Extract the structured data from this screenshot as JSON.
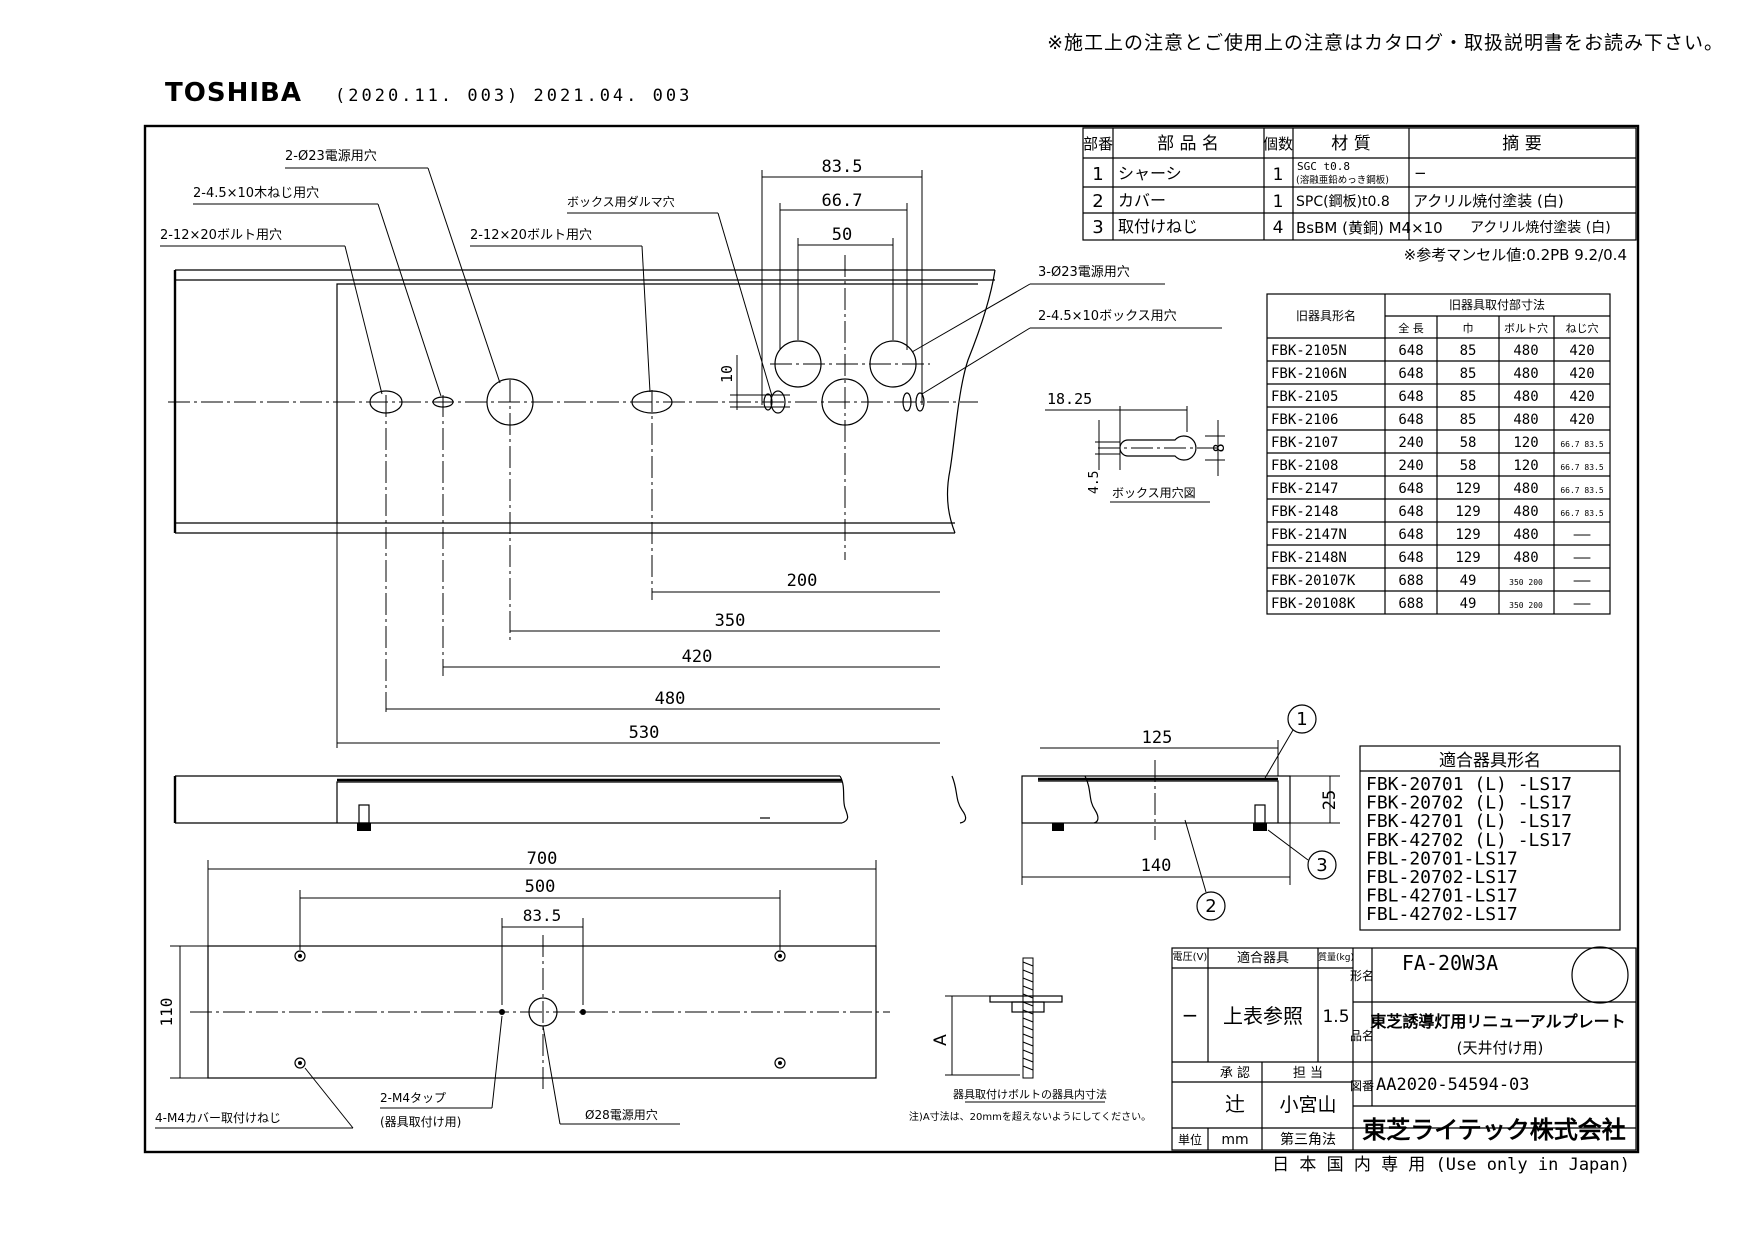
{
  "header": {
    "notice": "※施工上の注意とご使用上の注意はカタログ・取扱説明書をお読み下さい。",
    "brand": "TOSHIBA",
    "revision": "(2020.11. 003) 2021.04. 003"
  },
  "parts_table": {
    "headers": [
      "部番",
      "部 品 名",
      "個数",
      "材 質",
      "摘 要"
    ],
    "rows": [
      {
        "no": "1",
        "name": "シャーシ",
        "qty": "1",
        "material_line1": "SGC t0.8",
        "material_line2": "(溶融亜鉛めっき鋼板)",
        "note": "−"
      },
      {
        "no": "2",
        "name": "カバー",
        "qty": "1",
        "material": "SPC(鋼板)t0.8",
        "note": "アクリル焼付塗装 (白)"
      },
      {
        "no": "3",
        "name": "取付けねじ",
        "qty": "4",
        "material": "BsBM (黄銅) M4×10",
        "note": "アクリル焼付塗装 (白)"
      }
    ],
    "munsell_note": "※参考マンセル値:0.2PB 9.2/0.4"
  },
  "old_fixture_table": {
    "name_header": "旧器具形名",
    "group_header": "旧器具取付部寸法",
    "sub_headers": [
      "全 長",
      "巾",
      "ボルト穴",
      "ねじ穴"
    ],
    "rows": [
      [
        "FBK-2105N",
        "648",
        "85",
        "480",
        "420"
      ],
      [
        "FBK-2106N",
        "648",
        "85",
        "480",
        "420"
      ],
      [
        "FBK-2105",
        "648",
        "85",
        "480",
        "420"
      ],
      [
        "FBK-2106",
        "648",
        "85",
        "480",
        "420"
      ],
      [
        "FBK-2107",
        "240",
        "58",
        "120",
        "66.7 83.5"
      ],
      [
        "FBK-2108",
        "240",
        "58",
        "120",
        "66.7 83.5"
      ],
      [
        "FBK-2147",
        "648",
        "129",
        "480",
        "66.7 83.5"
      ],
      [
        "FBK-2148",
        "648",
        "129",
        "480",
        "66.7 83.5"
      ],
      [
        "FBK-2147N",
        "648",
        "129",
        "480",
        "——"
      ],
      [
        "FBK-2148N",
        "648",
        "129",
        "480",
        "——"
      ],
      [
        "FBK-20107K",
        "688",
        "49",
        "350 200",
        "——"
      ],
      [
        "FBK-20108K",
        "688",
        "49",
        "350 200",
        "——"
      ]
    ]
  },
  "compatible_table": {
    "title": "適合器具形名",
    "items": [
      "FBK-20701 (L) -LS17",
      "FBK-20702 (L) -LS17",
      "FBK-42701 (L) -LS17",
      "FBK-42702 (L) -LS17",
      "FBL-20701-LS17",
      "FBL-20702-LS17",
      "FBL-42701-LS17",
      "FBL-42702-LS17"
    ]
  },
  "top_view": {
    "callouts": {
      "power_holes": "2-Ø23電源用穴",
      "wood_screw_holes": "2-4.5×10木ねじ用穴",
      "bolt_holes_left": "2-12×20ボルト用穴",
      "box_keyhole": "ボックス用ダルマ穴",
      "bolt_holes_mid": "2-12×20ボルト用穴",
      "power_holes_3": "3-Ø23電源用穴",
      "box_holes": "2-4.5×10ボックス用穴"
    },
    "dims": {
      "d83": "83.5",
      "d66": "66.7",
      "d50": "50",
      "d10": "10",
      "d200": "200",
      "d350": "350",
      "d420": "420",
      "d480": "480",
      "d530": "530"
    }
  },
  "keyhole_detail": {
    "d18": "18.25",
    "d8": "8",
    "d45": "4.5",
    "caption": "ボックス用穴図"
  },
  "section": {
    "d125": "125",
    "d25": "25",
    "d140": "140",
    "balloons": [
      "1",
      "2",
      "3"
    ]
  },
  "bottom_view": {
    "dims": {
      "d700": "700",
      "d500": "500",
      "d83": "83.5",
      "d110": "110"
    },
    "callouts": {
      "cover_screws": "4-M4カバー取付けねじ",
      "taps": "2-M4タップ",
      "taps_sub": "(器具取付け用)",
      "power_hole": "Ø28電源用穴"
    }
  },
  "bolt_detail": {
    "dim_label": "A",
    "title": "器具取付けボルトの器具内寸法",
    "note": "注)A寸法は、20mmを超えないようにしてください。"
  },
  "title_block": {
    "voltage_header": "電圧(V)",
    "fixture_header": "適合器具",
    "mass_header": "質量(kg)",
    "voltage": "−",
    "fixture": "上表参照",
    "mass": "1.5",
    "type_label": "形名",
    "model": "FA-20W3A",
    "name_label": "品名",
    "product_name": "東芝誘導灯用リニューアルプレート",
    "product_sub": "(天井付け用)",
    "approve_header": "承 認",
    "charge_header": "担 当",
    "approver": "辻",
    "charge": "小宮山",
    "drawing_label": "図番",
    "drawing_no": "AA2020-54594-03",
    "unit_label": "単位",
    "unit": "mm",
    "projection": "第三角法",
    "company": "東芝ライテック株式会社",
    "japan_only": "日 本 国 内 専 用 (Use only in Japan)"
  }
}
